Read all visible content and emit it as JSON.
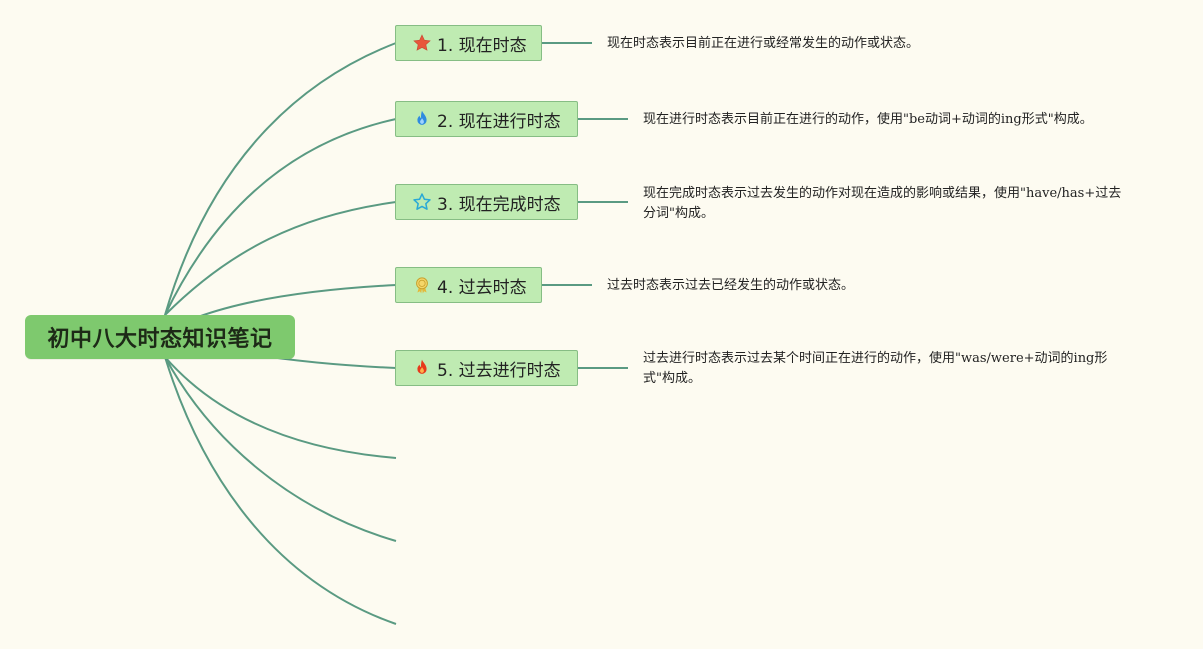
{
  "root": {
    "title": "初中八大时态知识笔记"
  },
  "branches": [
    {
      "label": "1. 现在时态",
      "icon": "star-icon",
      "icon_color": "#e8563b",
      "description": "现在时态表示目前正在进行或经常发生的动作或状态。"
    },
    {
      "label": "2. 现在进行时态",
      "icon": "droplet-flame-icon",
      "icon_color": "#2f8be0",
      "description": "现在进行时态表示目前正在进行的动作，使用\"be动词+动词的ing形式\"构成。"
    },
    {
      "label": "3. 现在完成时态",
      "icon": "star-outline-icon",
      "icon_color": "#2aa9d6",
      "description_lines": [
        "现在完成时态表示过去发生的动作对现在造成的影响或结果，使用\"have/has+过去",
        "分词\"构成。"
      ]
    },
    {
      "label": "4. 过去时态",
      "icon": "medal-icon",
      "icon_color": "#e4b93a",
      "description": "过去时态表示过去已经发生的动作或状态。"
    },
    {
      "label": "5. 过去进行时态",
      "icon": "fire-icon",
      "icon_color": "#e73a1b",
      "description_lines": [
        "过去进行时态表示过去某个时间正在进行的动作，使用\"was/were+动词的ing形",
        "式\"构成。"
      ]
    }
  ],
  "colors": {
    "background": "#fdfbf1",
    "root_fill": "#7ec96e",
    "node_fill": "#bfebb2",
    "node_border": "#86bd84",
    "connector": "#5a9a82"
  }
}
